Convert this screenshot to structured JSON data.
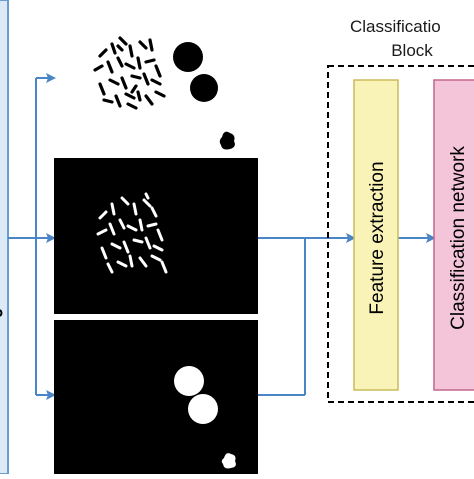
{
  "classification_block": {
    "title_line1": "Classificatio",
    "title_line2": "Block"
  },
  "boxes": {
    "feature_extraction": "Feature extraction",
    "classification_network": "Classification network"
  },
  "colors": {
    "arrow": "#4a86c5",
    "left_strip": "#dce9f7",
    "left_strip_border": "#6a9bd1",
    "feature_fill": "#faf3b7",
    "feature_border": "#c9bb5a",
    "network_fill": "#f4c5d8",
    "network_border": "#c2668e",
    "panel": "#000000",
    "title_text": "#1a1a1a"
  }
}
